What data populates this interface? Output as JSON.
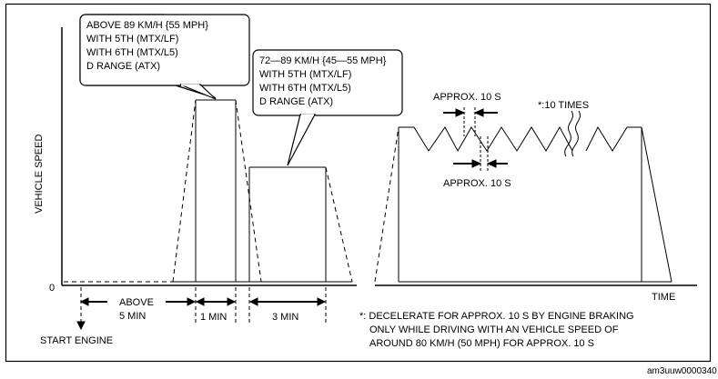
{
  "axis": {
    "y_label": "VEHICLE SPEED",
    "zero_label": "0",
    "x_label": "TIME"
  },
  "callouts": {
    "high_speed": [
      "ABOVE 89 KM/H {55 MPH}",
      "WITH 5TH (MTX/LF)",
      "WITH 6TH (MTX/L5)",
      "D RANGE (ATX)"
    ],
    "mid_speed": [
      "72—89 KM/H {45—55 MPH}",
      "WITH 5TH (MTX/LF)",
      "WITH 6TH (MTX/L5)",
      "D RANGE (ATX)"
    ]
  },
  "annotations": {
    "approx_top": "APPROX. 10 S",
    "approx_bottom": "APPROX. 10 S",
    "times": "*:10 TIMES"
  },
  "durations": {
    "above_5min": [
      "ABOVE",
      "5 MIN"
    ],
    "one_min": "1 MIN",
    "three_min": "3 MIN"
  },
  "start_engine": "START ENGINE",
  "footnote": [
    "*: DECELERATE FOR APPROX. 10 S BY ENGINE BRAKING",
    "ONLY WHILE DRIVING WITH AN VEHICLE SPEED OF",
    "AROUND 80 KM/H (50 MPH) FOR APPROX. 10 S"
  ],
  "image_code": "am3uuw0000340"
}
